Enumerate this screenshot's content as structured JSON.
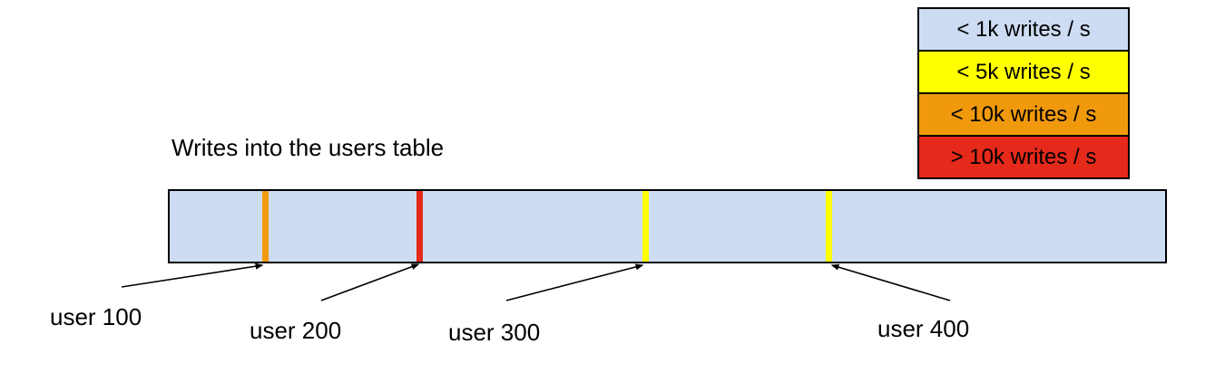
{
  "title": "Writes into the users table",
  "legend": {
    "items": [
      {
        "label": "< 1k writes / s",
        "color": "#cddcf2"
      },
      {
        "label": "< 5k writes / s",
        "color": "#ffff00"
      },
      {
        "label": "< 10k writes / s",
        "color": "#f1990d"
      },
      {
        "label": "> 10k writes / s",
        "color": "#e5291a"
      }
    ]
  },
  "table_bar": {
    "fill": "#cddcf2",
    "border_color": "#000000"
  },
  "markers": [
    {
      "label": "user 100",
      "stripe_color": "#f1990d"
    },
    {
      "label": "user 200",
      "stripe_color": "#e5291a"
    },
    {
      "label": "user 300",
      "stripe_color": "#ffff00"
    },
    {
      "label": "user 400",
      "stripe_color": "#ffff00"
    }
  ]
}
